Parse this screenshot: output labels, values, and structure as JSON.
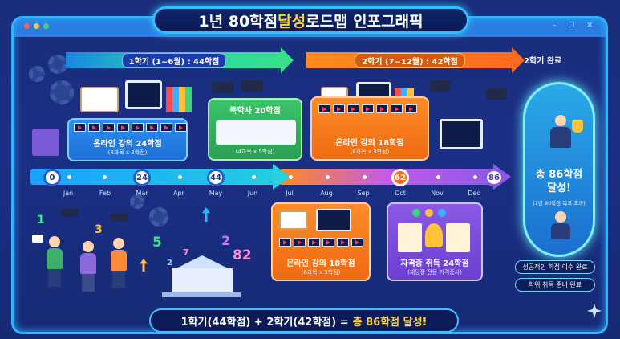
{
  "title": {
    "main": "1년 80학점 ",
    "highlight": "달성",
    "rest": " 로드맵 인포그래픽"
  },
  "window": {
    "controls": "– ☐ ✕"
  },
  "semester1": {
    "label": "1학기 (1~6월) : 44학점"
  },
  "semester2": {
    "label": "2학기 (7~12월) : 42학점"
  },
  "semester2_done": "2학기 완료",
  "cards": [
    {
      "title": "온라인 강의 24학점",
      "sub": "(8과목 x 3학점)"
    },
    {
      "title": "독학사 20학점",
      "sub": "(4과목 x 5학점)"
    },
    {
      "title": "온라인 강의 18학점",
      "sub": "(6과목 x 3학점)"
    },
    {
      "title": "온라인 강의 18학점",
      "sub": "(6과목 x 3학점)"
    },
    {
      "title": "자격증 취득 24학점",
      "sub": "(재당장 전문 가격증사)"
    }
  ],
  "milestones": [
    "0",
    "24",
    "44",
    "62",
    "86"
  ],
  "months": [
    "Jan",
    "Feb",
    "Mar",
    "Apr",
    "May",
    "Jun",
    "Jul",
    "Aug",
    "Sep",
    "Oct",
    "Nov",
    "Dec"
  ],
  "goal": {
    "line1": "총 86학점",
    "line2": "달성!",
    "sub": "(1년 80학점 목표 초과)"
  },
  "status_pills": [
    "성공적인 학점 이수 완료",
    "학위 취득 준비 완료"
  ],
  "summary": {
    "main": "1학기(44학점) + 2학기(42학점) = ",
    "highlight": "총 86학점 달성!"
  },
  "deco_numbers": [
    "1",
    "3",
    "5",
    "2",
    "7",
    "2",
    "82"
  ],
  "colors": {
    "accent_blue": "#2fb4ff",
    "orange": "#ff6b1e",
    "purple": "#8a5ae6",
    "gold": "#ffd23a"
  }
}
